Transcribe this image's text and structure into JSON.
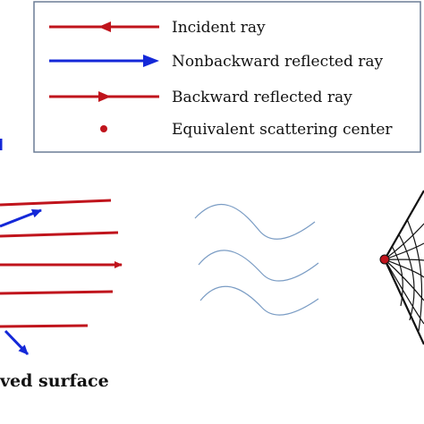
{
  "legend": {
    "items": [
      {
        "label": "Incident ray",
        "type": "arrow-left",
        "color": "#c0141c"
      },
      {
        "label": "Nonbackward reflected ray",
        "type": "arrow-right",
        "color": "#1428d8"
      },
      {
        "label": "Backward reflected ray",
        "type": "arrow-right",
        "color": "#c0141c"
      },
      {
        "label": "Equivalent scattering center",
        "type": "dot",
        "color": "#c0141c"
      }
    ]
  },
  "caption": "ved surface",
  "colors": {
    "red": "#c0141c",
    "blue": "#1428d8",
    "wave": "#7a9cc4",
    "target": "#111111",
    "border": "#6b7d95"
  }
}
